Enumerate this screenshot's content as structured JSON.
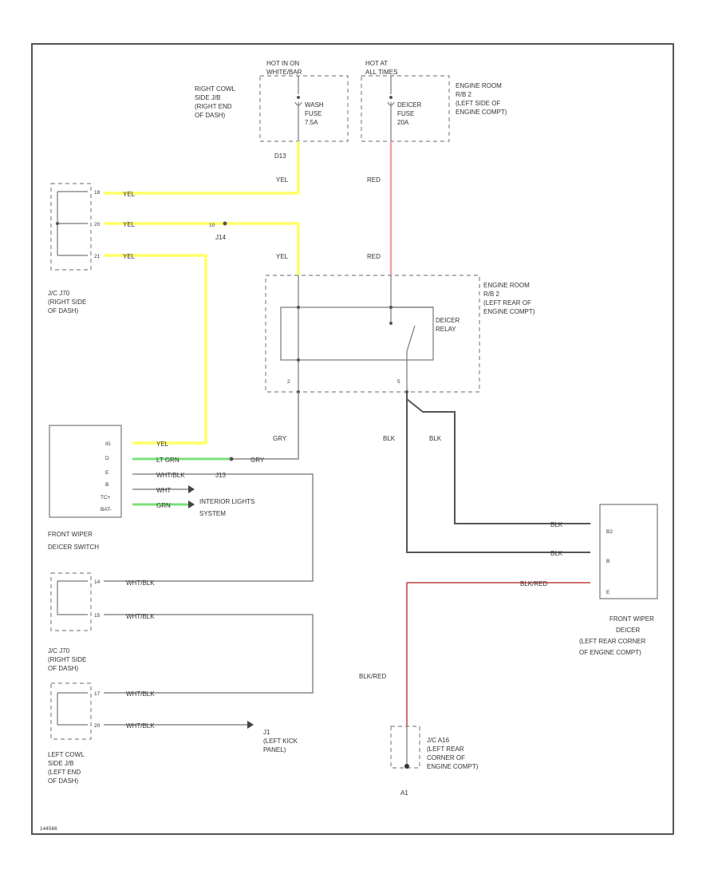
{
  "diagram": {
    "fuses": {
      "left": {
        "hot": "HOT IN ON",
        "state": "WHITE/BAR",
        "location": [
          "RIGHT COWL",
          "SIDE J/B",
          "(RIGHT END",
          "OF DASH)"
        ],
        "name": [
          "WASH",
          "FUSE",
          "7.5A"
        ],
        "connector": "D13"
      },
      "right": {
        "hot": "HOT AT",
        "state": "ALL TIMES",
        "location": [
          "ENGINE ROOM",
          "R/B 2",
          "(LEFT SIDE OF",
          "ENGINE COMPT)"
        ],
        "name": [
          "DEICER",
          "FUSE",
          "20A"
        ]
      }
    },
    "jc_top": {
      "label": [
        "J/C J70",
        "(RIGHT SIDE",
        "OF DASH)"
      ],
      "pins": [
        "18",
        "20",
        "21"
      ],
      "wires": [
        "YEL",
        "YEL",
        "YEL"
      ],
      "splice": "J14"
    },
    "relay_box": {
      "location": [
        "ENGINE ROOM",
        "R/B 2",
        "(LEFT REAR OF",
        "ENGINE COMPT)"
      ],
      "relay": [
        "DEICER",
        "RELAY"
      ],
      "pins": [
        "2",
        "5"
      ]
    },
    "switch": {
      "label": [
        "FRONT WIPER",
        "DEICER SWITCH"
      ],
      "pins": [
        "IG",
        "D",
        "E",
        "B",
        "TC+",
        "BAT-"
      ],
      "wires": [
        "YEL",
        "LT GRN",
        "WHT/BLK",
        "WHT",
        "GRN"
      ],
      "gry": "GRY",
      "w_splice": "J13",
      "illum": [
        "INTERIOR LIGHTS",
        "SYSTEM"
      ]
    },
    "wire_colors": {
      "yel": "YEL",
      "red": "RED",
      "blk": "BLK",
      "gry": "GRY",
      "blkred": "BLK/RED"
    },
    "jc_mid": {
      "label": [
        "J/C J70",
        "(RIGHT SIDE",
        "OF DASH)"
      ],
      "pins": [
        "14",
        "15"
      ],
      "wires": [
        "WHT/BLK",
        "WHT/BLK"
      ]
    },
    "jb_left": {
      "label": [
        "LEFT COWL",
        "SIDE J/B",
        "(LEFT END",
        "OF DASH)"
      ],
      "pins": [
        "17",
        "20"
      ],
      "wires": [
        "WHT/BLK",
        "WHT/BLK"
      ]
    },
    "ground_j1": {
      "name": "J1",
      "location": [
        "(LEFT KICK",
        "PANEL)"
      ]
    },
    "deicer": {
      "label": [
        "FRONT WIPER",
        "DEICER",
        "(LEFT REAR CORNER",
        "OF ENGINE COMPT)"
      ],
      "pins": [
        "B2",
        "B",
        "E"
      ],
      "wires": [
        "BLK",
        "BLK",
        "BLK/RED"
      ]
    },
    "jc_bottom": {
      "label": [
        "J/C A16",
        "(LEFT REAR",
        "CORNER OF",
        "ENGINE COMPT)"
      ],
      "ground": "A1"
    },
    "code": "144566"
  }
}
